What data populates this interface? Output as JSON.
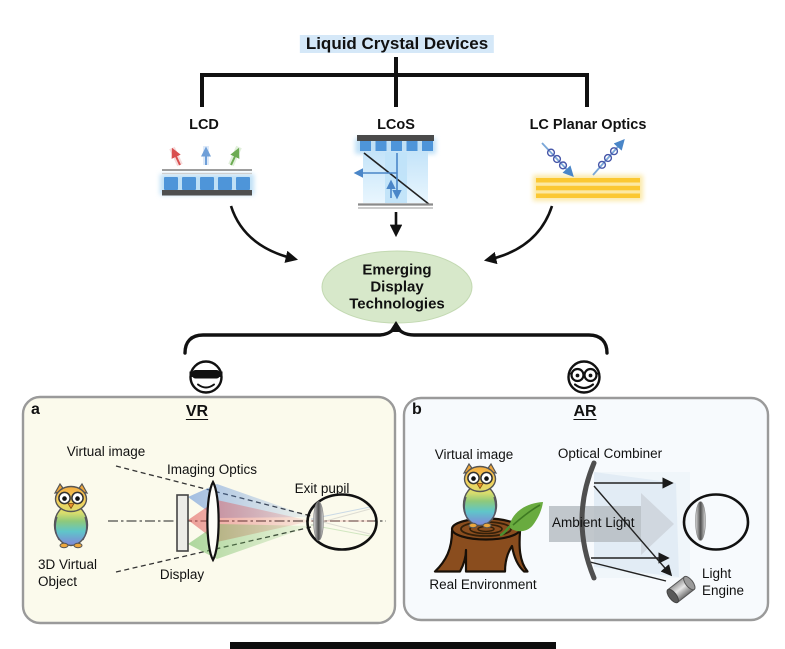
{
  "figure": {
    "root_label": "Liquid Crystal Devices",
    "branches": {
      "b1": "LCD",
      "b2": "LCoS",
      "b3": "LC Planar Optics"
    },
    "hub": {
      "line1": "Emerging",
      "line2": "Display",
      "line3": "Technologies"
    }
  },
  "panel_a": {
    "tag": "a",
    "title": "VR",
    "virtual_image": "Virtual image",
    "object_label": "3D Virtual Object",
    "imaging_optics": "Imaging Optics",
    "display": "Display",
    "exit_pupil": "Exit pupil"
  },
  "panel_b": {
    "tag": "b",
    "title": "AR",
    "virtual_image": "Virtual image",
    "real_environment": "Real Environment",
    "optical_combiner": "Optical Combiner",
    "ambient_light": "Ambient Light",
    "light_engine": "Light Engine"
  },
  "icons": {
    "lcd": "lcd-pixel-array-icon",
    "lcos": "lcos-beamsplitter-icon",
    "planar": "lc-planar-optics-waveguide-icon",
    "vr_face": "vr-headset-face-icon",
    "ar_face": "ar-glasses-face-icon",
    "owl": "rainbow-owl-icon",
    "stump": "tree-stump-icon",
    "leaf": "leaf-icon",
    "eye": "eye-icon",
    "light_engine": "projector-cylinder-icon"
  },
  "colors": {
    "title_bg": "#d5e8f8",
    "hub_fill": "#d7e8ca",
    "panel_a_bg": "#fbfaec",
    "panel_b_bg": "#f7fafd",
    "device_blue": "#4e95d9",
    "planar_yellow": "#fbc832"
  }
}
